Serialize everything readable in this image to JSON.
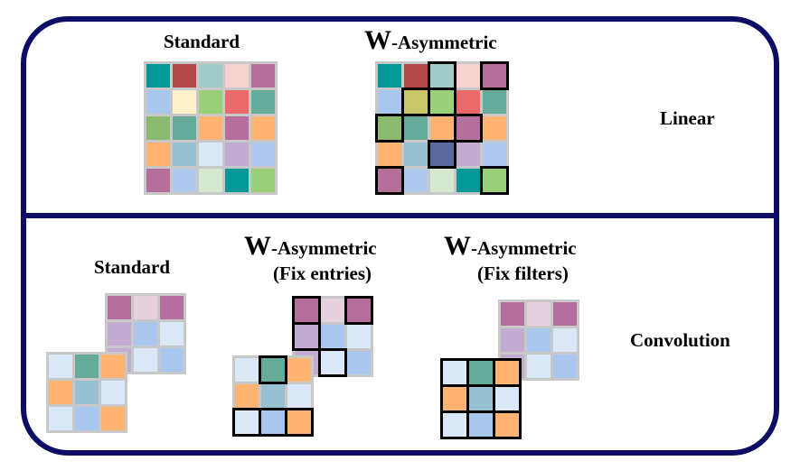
{
  "colors": {
    "frame": "#0d0d66",
    "cell_border": "#c8c8c8",
    "highlight_border": "#000000"
  },
  "linear": {
    "title": "Linear",
    "standard": {
      "title": "Standard",
      "cells": [
        [
          "#00999a",
          "#b04848",
          "#9fccc8",
          "#f6d2d0",
          "#b46f9c"
        ],
        [
          "#a9c6ec",
          "#fff2cc",
          "#9ad07a",
          "#e86a6a",
          "#66aa9a"
        ],
        [
          "#8aba70",
          "#66aa9a",
          "#ffb372",
          "#b46f9c",
          "#ffb372"
        ],
        [
          "#ffb372",
          "#98c2d2",
          "#dae7f7",
          "#c3acd2",
          "#b0c8ee"
        ],
        [
          "#b46f9c",
          "#b0c8ee",
          "#d6e8d2",
          "#00999a",
          "#9ad07a"
        ]
      ]
    },
    "wasym": {
      "title_symbol": "W",
      "title_rest": "-Asymmetric",
      "cells": [
        [
          "#00999a",
          "#b04848",
          "#9fccc8",
          "#f6d2d0",
          "#b46f9c"
        ],
        [
          "#a9c6ec",
          "#c8c868",
          "#9ad07a",
          "#e86a6a",
          "#66aa9a"
        ],
        [
          "#8aba70",
          "#66aa9a",
          "#ffb372",
          "#b46f9c",
          "#ffb372"
        ],
        [
          "#ffb372",
          "#98c2d2",
          "#5a6aa0",
          "#c3acd2",
          "#b0c8ee"
        ],
        [
          "#b46f9c",
          "#b0c8ee",
          "#d6e8d2",
          "#00999a",
          "#9ad07a"
        ]
      ],
      "highlights": [
        [
          0,
          2
        ],
        [
          0,
          4
        ],
        [
          1,
          1
        ],
        [
          1,
          2
        ],
        [
          2,
          0
        ],
        [
          2,
          3
        ],
        [
          3,
          2
        ],
        [
          4,
          0
        ],
        [
          4,
          4
        ]
      ]
    }
  },
  "convolution": {
    "title": "Convolution",
    "standard": {
      "title": "Standard",
      "back": {
        "cells": [
          [
            "#b46f9c",
            "#e6d0de",
            "#b46f9c"
          ],
          [
            "#c3acd2",
            "#a9c6ec",
            "#dae7f7"
          ],
          [
            "#c3acd2",
            "#dae7f7",
            "#a9c6ec"
          ]
        ]
      },
      "front": {
        "cells": [
          [
            "#dae7f7",
            "#66aa9a",
            "#ffb372"
          ],
          [
            "#ffb372",
            "#98c2d2",
            "#dae7f7"
          ],
          [
            "#dae7f7",
            "#a9c6ec",
            "#ffb372"
          ]
        ]
      }
    },
    "fix_entries": {
      "title_symbol": "W",
      "title_rest": "-Asymmetric",
      "subtitle": "(Fix entries)",
      "back": {
        "cells": [
          [
            "#b46f9c",
            "#e6d0de",
            "#b46f9c"
          ],
          [
            "#c3acd2",
            "#a9c6ec",
            "#dae7f7"
          ],
          [
            "#c3acd2",
            "#dae7f7",
            "#a9c6ec"
          ]
        ],
        "highlights": [
          [
            0,
            0
          ],
          [
            0,
            2
          ],
          [
            1,
            0
          ],
          [
            2,
            1
          ]
        ]
      },
      "front": {
        "cells": [
          [
            "#dae7f7",
            "#66aa9a",
            "#ffb372"
          ],
          [
            "#ffb372",
            "#98c2d2",
            "#dae7f7"
          ],
          [
            "#dae7f7",
            "#a9c6ec",
            "#ffb372"
          ]
        ],
        "highlights": [
          [
            0,
            1
          ],
          [
            2,
            0
          ],
          [
            2,
            1
          ],
          [
            2,
            2
          ]
        ]
      }
    },
    "fix_filters": {
      "title_symbol": "W",
      "title_rest": "-Asymmetric",
      "subtitle": "(Fix filters)",
      "back": {
        "cells": [
          [
            "#b46f9c",
            "#e6d0de",
            "#b46f9c"
          ],
          [
            "#c3acd2",
            "#a9c6ec",
            "#dae7f7"
          ],
          [
            "#c3acd2",
            "#dae7f7",
            "#a9c6ec"
          ]
        ],
        "highlights": []
      },
      "front": {
        "cells": [
          [
            "#dae7f7",
            "#66aa9a",
            "#ffb372"
          ],
          [
            "#ffb372",
            "#98c2d2",
            "#dae7f7"
          ],
          [
            "#dae7f7",
            "#a9c6ec",
            "#ffb372"
          ]
        ],
        "highlights": [
          [
            0,
            0
          ],
          [
            0,
            1
          ],
          [
            0,
            2
          ],
          [
            1,
            0
          ],
          [
            1,
            1
          ],
          [
            1,
            2
          ],
          [
            2,
            0
          ],
          [
            2,
            1
          ],
          [
            2,
            2
          ]
        ]
      }
    }
  }
}
